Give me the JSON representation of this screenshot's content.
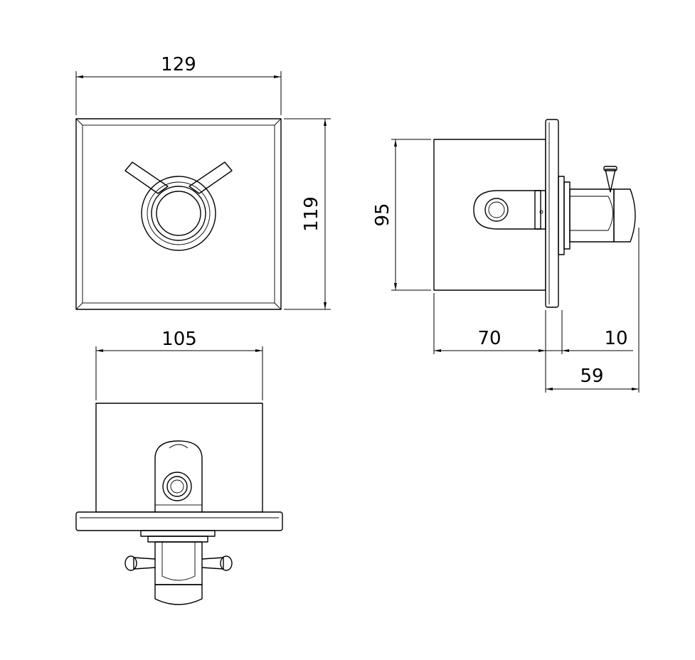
{
  "dimensions": {
    "front_width": "129",
    "front_height": "119",
    "side_height": "95",
    "side_body_depth": "70",
    "side_plate_thickness": "10",
    "side_protrusion": "59",
    "top_width": "105"
  },
  "colors": {
    "line": "#000000",
    "background": "#ffffff"
  }
}
